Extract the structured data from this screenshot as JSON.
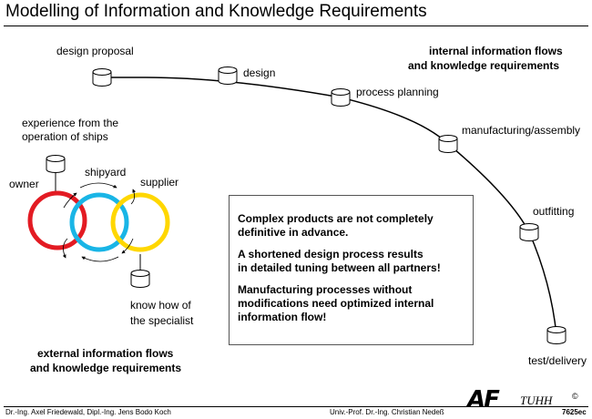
{
  "title": "Modelling of Information and Knowledge Requirements",
  "process_chain": {
    "header_line1": "internal information flows",
    "header_line2": "and knowledge requirements",
    "stages": [
      "design proposal",
      "design",
      "process planning",
      "manufacturing/assembly",
      "outfitting",
      "test/delivery"
    ]
  },
  "partners": {
    "experience_line1": "experience from the",
    "experience_line2": "operation of ships",
    "owner": "owner",
    "shipyard": "shipyard",
    "supplier": "supplier",
    "knowhow_line1": "know how of",
    "knowhow_line2": "the specialist",
    "external_line1": "external information flows",
    "external_line2": "and knowledge requirements"
  },
  "colors": {
    "owner_ring": "#e31b23",
    "shipyard_ring": "#19b5e6",
    "supplier_ring": "#ffd700"
  },
  "statements": [
    "Complex products are not completely\ndefinitive in advance.",
    "A shortened design process results\nin detailed tuning between all partners!",
    "Manufacturing processes without\nmodifications need optimized internal\ninformation flow!"
  ],
  "footer": {
    "authors": "Dr.-Ing. Axel Friedewald, Dipl.-Ing. Jens Bodo Koch",
    "professor": "Univ.-Prof. Dr.-Ing. Christian Nedeß",
    "logo_main": "AF",
    "logo_sub": "TUHH",
    "copyright": "©",
    "code": "7625ec"
  }
}
